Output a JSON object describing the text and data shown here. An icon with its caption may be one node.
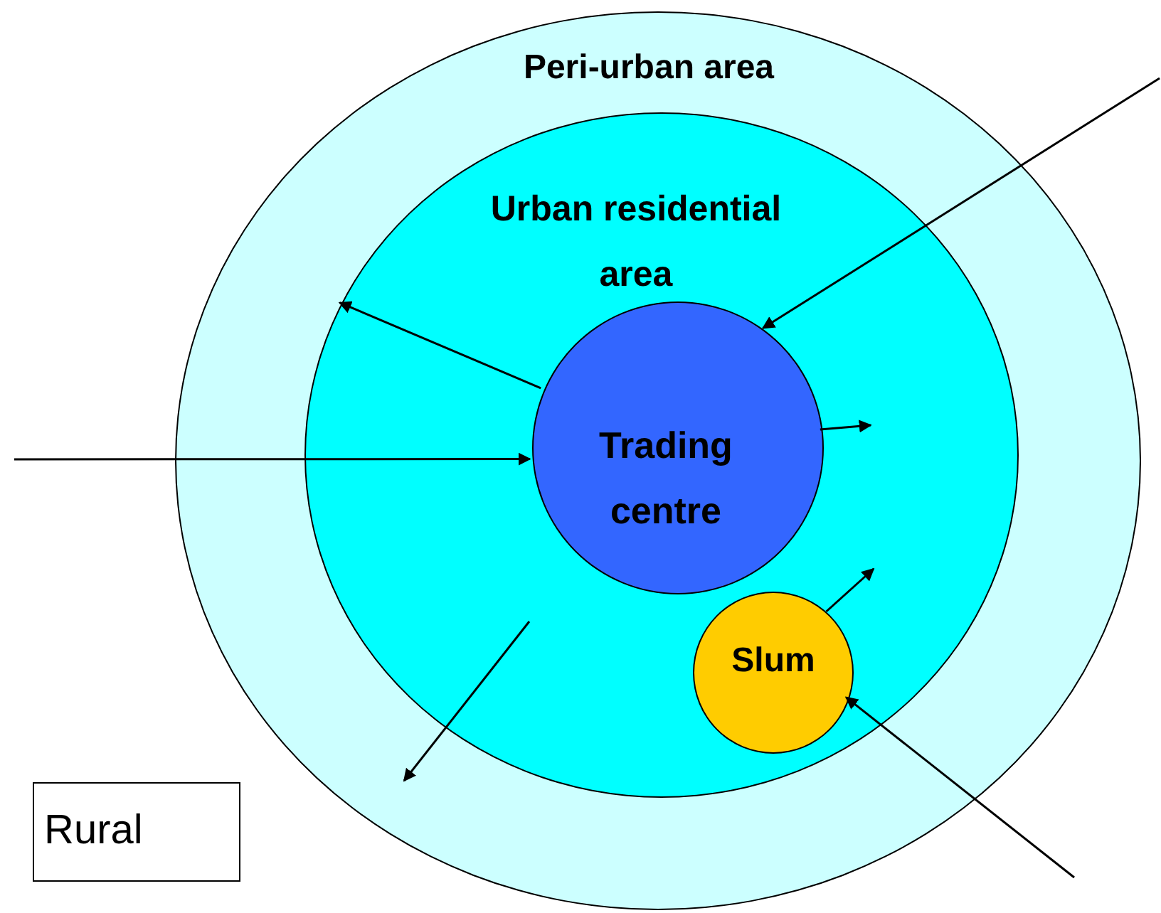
{
  "diagram": {
    "nodes": [
      {
        "text": [
          "Peri-urban area"
        ]
      },
      {
        "text": [
          "Urban residential area"
        ],
        "in": 0
      },
      {
        "text": [
          "Trading centre"
        ],
        "in": 1
      },
      {
        "text": [
          "Slum"
        ],
        "in": 1
      },
      {
        "text": [
          "Rural"
        ]
      }
    ],
    "edges": [
      {
        "from": null,
        "to": 2,
        "arrow": "to"
      },
      {
        "from": null,
        "to": 2,
        "arrow": "to"
      },
      {
        "from": 2,
        "to": 1,
        "arrow": "to"
      },
      {
        "from": 2,
        "to": null,
        "arrow": "to"
      },
      {
        "from": 3,
        "to": null,
        "arrow": "to"
      },
      {
        "from": null,
        "to": 3,
        "arrow": "to"
      }
    ]
  }
}
